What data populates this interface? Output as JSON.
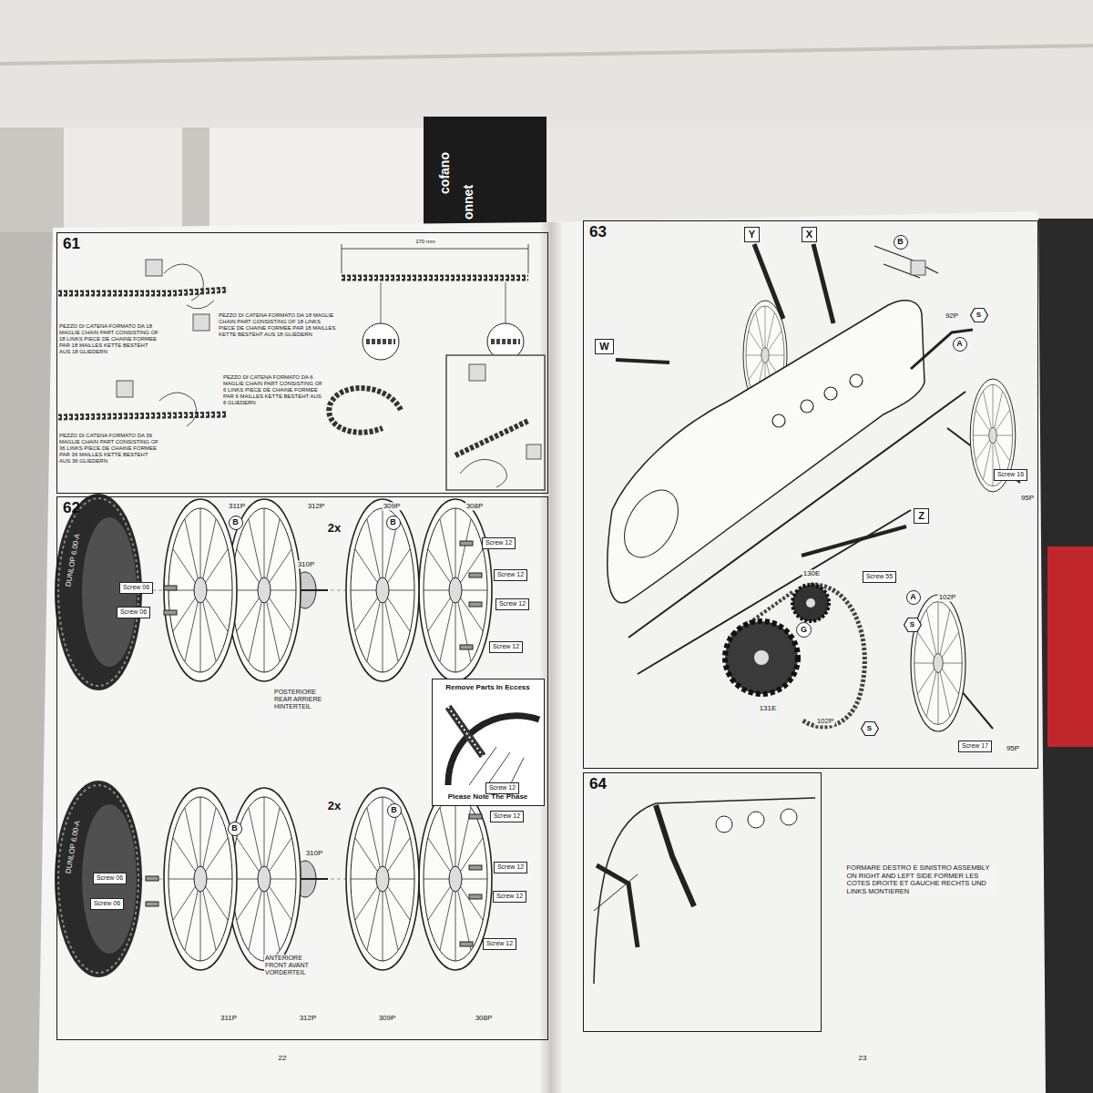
{
  "diagram": {
    "nodes": [
      {
        "text": [
          "61"
        ]
      },
      {
        "text": [
          "62"
        ]
      },
      {
        "text": [
          "B"
        ],
        "in": 1
      },
      {
        "text": [
          "B"
        ],
        "in": 1
      },
      {
        "text": [
          "Screw 06"
        ],
        "in": 1
      },
      {
        "text": [
          "Screw 06"
        ],
        "in": 1
      },
      {
        "text": [
          "Screw 12"
        ],
        "in": 1
      },
      {
        "text": [
          "Screw 12"
        ],
        "in": 1
      },
      {
        "text": [
          "Screw 12"
        ],
        "in": 1
      },
      {
        "text": [
          "Screw 12"
        ],
        "in": 1
      },
      {
        "text": [
          "Remove Parts In Eccess",
          "Please Note The Phase"
        ],
        "in": 1
      },
      {
        "text": [
          "B"
        ],
        "in": 1
      },
      {
        "text": [
          "B"
        ],
        "in": 1
      },
      {
        "text": [
          "Screw 06"
        ],
        "in": 1
      },
      {
        "text": [
          "Screw 06"
        ],
        "in": 1
      },
      {
        "text": [
          "Screw 12"
        ],
        "in": 1
      },
      {
        "text": [
          "Screw 12"
        ],
        "in": 1
      },
      {
        "text": [
          "Screw 12"
        ],
        "in": 1
      },
      {
        "text": [
          "Screw 12"
        ],
        "in": 1
      },
      {
        "text": [
          "Screw 12"
        ],
        "in": 1
      },
      {
        "text": [
          "63"
        ]
      },
      {
        "text": [
          "Y"
        ],
        "in": 20
      },
      {
        "text": [
          "X"
        ],
        "in": 20
      },
      {
        "text": [
          "W"
        ],
        "in": 20
      },
      {
        "text": [
          "Z"
        ],
        "in": 20
      },
      {
        "text": [
          "B"
        ],
        "in": 20
      },
      {
        "text": [
          "A"
        ],
        "in": 20
      },
      {
        "text": [
          "S"
        ],
        "in": 20
      },
      {
        "text": [
          "Screw 16"
        ],
        "in": 20
      },
      {
        "text": [
          "Screw 55"
        ],
        "in": 20
      },
      {
        "text": [
          "A"
        ],
        "in": 20
      },
      {
        "text": [
          "S"
        ],
        "in": 20
      },
      {
        "text": [
          "G"
        ],
        "in": 20
      },
      {
        "text": [
          "S"
        ],
        "in": 20
      },
      {
        "text": [
          "Screw 17"
        ],
        "in": 20
      },
      {
        "text": [
          "64"
        ]
      }
    ],
    "labels": [
      "170 mm",
      "PEZZO DI CATENA FORMATO DA 18 MAGLIE CHAIN PART CONSISTING OF 18 LINKS PIECE DE CHAINE FORMEE PAR 18 MAILLES KETTE BESTEHT AUS 18 GLIEDERN",
      "PEZZO DI CATENA FORMATO DA 18 MAGLIE CHAIN PART CONSISTING OF 18 LINKS PIECE DE CHAINE FORMEE PAR 18 MAILLES KETTE BESTEHT AUS 18 GLIEDERN",
      "PEZZO DI CATENA FORMATO DA 6 MAGLIE CHAIN PART CONSISTING OF 6 LINKS PIECE DE CHAINE FORMEE PAR 6 MAILLES KETTE BESTEHT AUS 6 GLIEDERN",
      "PEZZO DI CATENA FORMATO DA 36 MAGLIE CHAIN PART CONSISTING OF 36 LINKS PIECE DE CHAINE FORMEE PAR 36 MAILLES KETTE BESTEHT AUS 36 GLIEDERN",
      "311P",
      "312P",
      "2x",
      "309P",
      "308P",
      "310P",
      "DUNLOP 6.00-A",
      "POSTERIORE REAR ARRIERE HINTERTEIL",
      "2x",
      "310P",
      "DUNLOP 6.00-A",
      "ANTERIORE FRONT AVANT VORDERTEIL",
      "311P",
      "312P",
      "309P",
      "308P",
      "22",
      "92P",
      "95P",
      "130E",
      "102P",
      "131E",
      "102P",
      "95P",
      "FORMARE DESTRO E SINISTRO ASSEMBLY ON RIGHT AND LEFT SIDE FORMER LES COTES DROITE ET GAUCHE RECHTS UND LINKS MONTIEREN",
      "23",
      "cofano",
      "onnet"
    ]
  }
}
